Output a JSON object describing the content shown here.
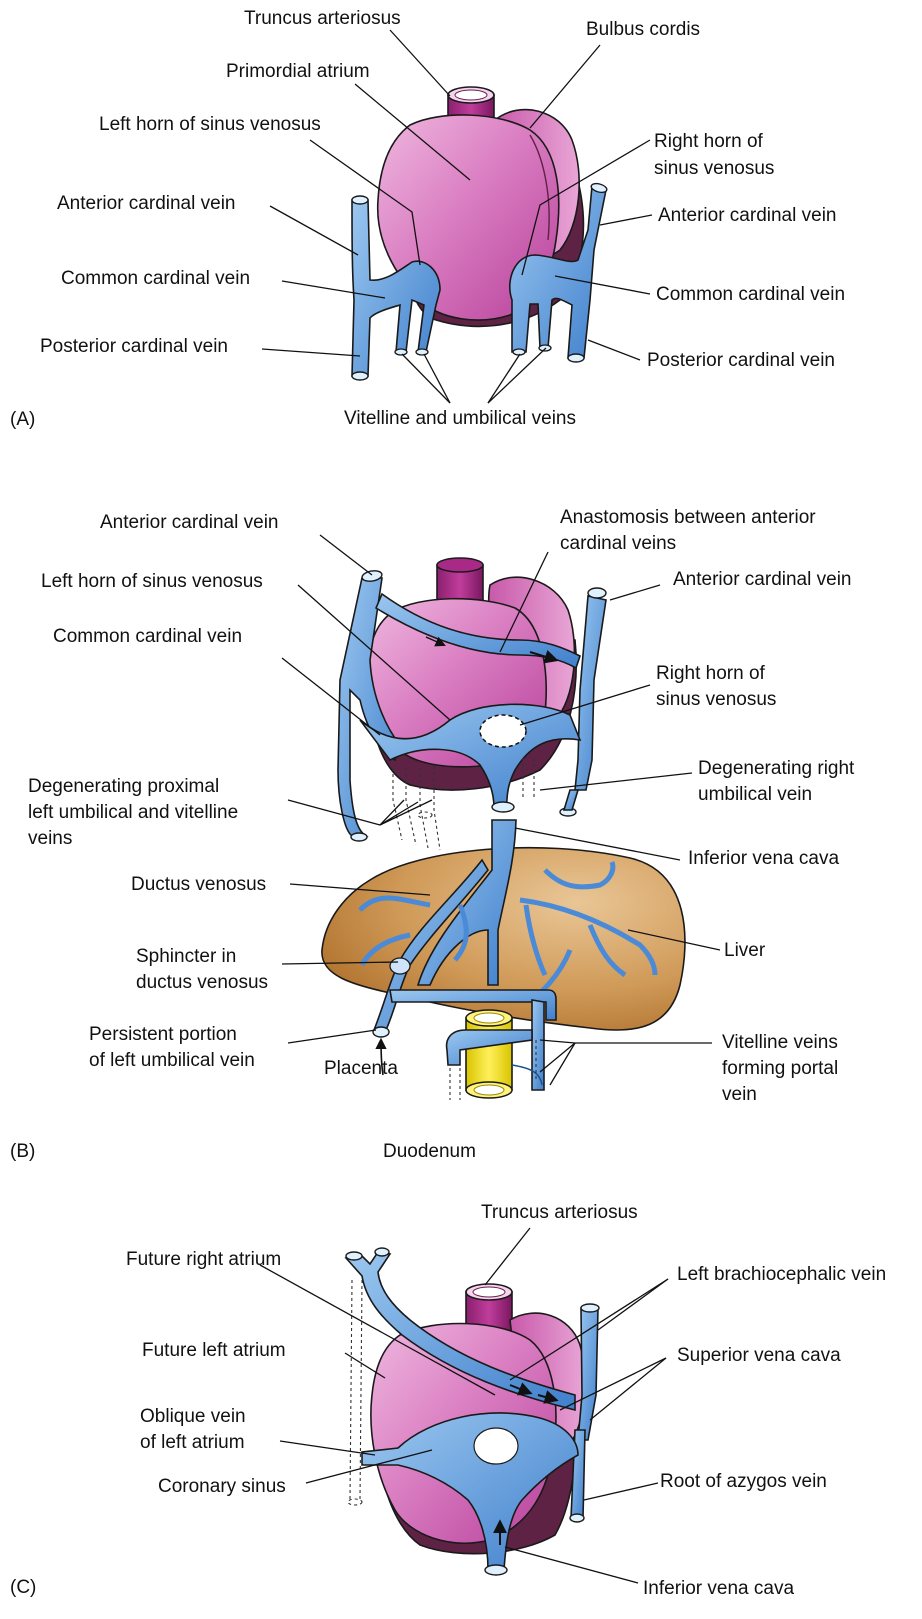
{
  "colors": {
    "heart_light": "#e49ad0",
    "heart_mid": "#c84fa8",
    "heart_dark": "#5e2245",
    "vessel_light": "#86b9e8",
    "vessel_mid": "#4a8ad6",
    "vessel_dark": "#1d4f8a",
    "truncus": "#a82a86",
    "liver_light": "#dcb07a",
    "liver_mid": "#c08040",
    "duodenum": "#f2e020",
    "duodenum_dark": "#b7a200"
  },
  "panel_a": {
    "tag": "(A)",
    "labels": {
      "truncus": "Truncus arteriosus",
      "bulbus": "Bulbus cordis",
      "primordial_atrium": "Primordial atrium",
      "left_horn": "Left horn of sinus venosus",
      "right_horn_1": "Right horn of",
      "right_horn_2": "sinus venosus",
      "ant_card_left": "Anterior cardinal vein",
      "ant_card_right": "Anterior cardinal vein",
      "common_card_left": "Common cardinal vein",
      "common_card_right": "Common cardinal vein",
      "post_card_left": "Posterior cardinal vein",
      "post_card_right": "Posterior cardinal vein",
      "vitelline": "Vitelline and umbilical veins"
    }
  },
  "panel_b": {
    "tag": "(B)",
    "labels": {
      "ant_card_left": "Anterior cardinal vein",
      "anastomosis_1": "Anastomosis between anterior",
      "anastomosis_2": "cardinal veins",
      "left_horn": "Left horn of sinus venosus",
      "ant_card_right": "Anterior cardinal vein",
      "common_card": "Common cardinal vein",
      "right_horn_1": "Right horn of",
      "right_horn_2": "sinus venosus",
      "degen_prox_1": "Degenerating proximal",
      "degen_prox_2": "left umbilical and vitelline",
      "degen_prox_3": "veins",
      "degen_right_1": "Degenerating right",
      "degen_right_2": "umbilical vein",
      "ivc": "Inferior vena cava",
      "ductus": "Ductus venosus",
      "sphincter_1": "Sphincter in",
      "sphincter_2": "ductus venosus",
      "liver": "Liver",
      "persistent_1": "Persistent portion",
      "persistent_2": "of left umbilical vein",
      "placenta": "Placenta",
      "vitelline_portal_1": "Vitelline veins",
      "vitelline_portal_2": "forming portal",
      "vitelline_portal_3": "vein",
      "duodenum": "Duodenum"
    }
  },
  "panel_c": {
    "tag": "(C)",
    "labels": {
      "truncus": "Truncus arteriosus",
      "future_right": "Future right atrium",
      "left_brachio": "Left brachiocephalic vein",
      "future_left": "Future left atrium",
      "svc": "Superior vena cava",
      "oblique_1": "Oblique vein",
      "oblique_2": "of left atrium",
      "coronary": "Coronary sinus",
      "azygos": "Root of azygos vein",
      "ivc": "Inferior vena cava"
    }
  }
}
